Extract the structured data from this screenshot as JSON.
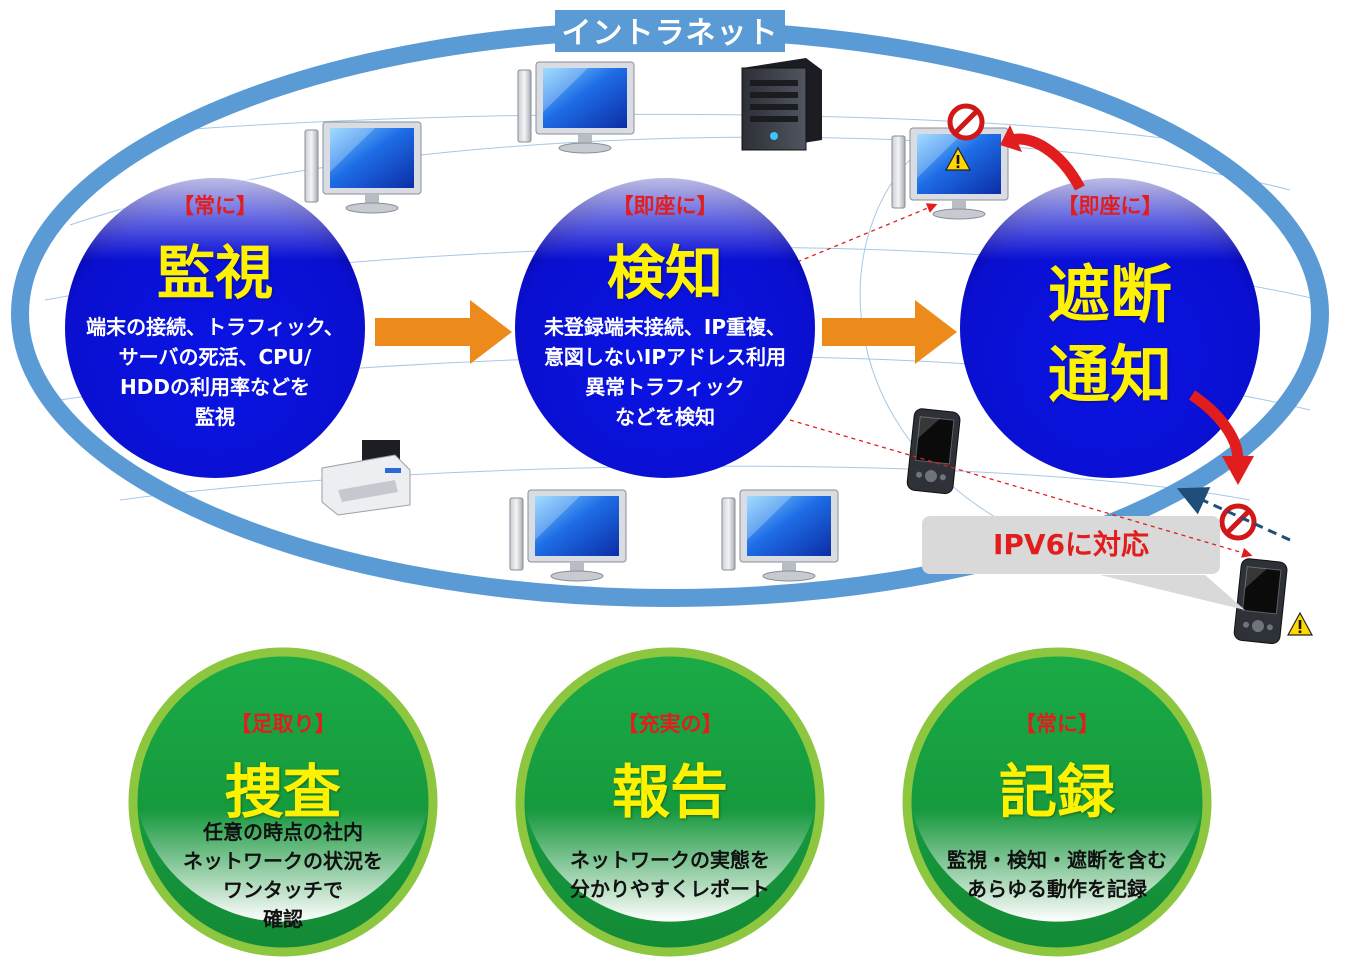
{
  "diagram": {
    "title": "イントラネット",
    "circles": [
      {
        "tag": "【常に】",
        "heading": "監視",
        "lines": [
          "端末の接続、トラフィック、",
          "サーバの死活、CPU/",
          "HDDの利用率などを",
          "監視"
        ]
      },
      {
        "tag": "【即座に】",
        "heading": "検知",
        "lines": [
          "未登録端末接続、IP重複、",
          "意図しないIPアドレス利用",
          "異常トラフィック",
          "などを検知"
        ]
      },
      {
        "tag": "【即座に】",
        "heading_lines": [
          "遮断",
          "通知"
        ]
      }
    ],
    "callout": "IPV6に対応",
    "features": [
      {
        "tag": "【足取り】",
        "heading": "捜査",
        "lines": [
          "任意の時点の社内",
          "ネットワークの状況を",
          "ワンタッチで",
          "確認"
        ]
      },
      {
        "tag": "【充実の】",
        "heading": "報告",
        "lines": [
          "ネットワークの実態を",
          "分かりやすくレポート"
        ]
      },
      {
        "tag": "【常に】",
        "heading": "記録",
        "lines": [
          "監視・検知・遮断を含む",
          "あらゆる動作を記録"
        ]
      }
    ],
    "colors": {
      "ring": "#5b9bd5",
      "blue_circle": "#0a14e6",
      "green_circle": "#1aab46",
      "green_border": "#8dc63f",
      "arrow_orange": "#ed8a1c",
      "arrow_red": "#e11d1d",
      "heading_yellow": "#fff200",
      "tag_red": "#e11d1d"
    }
  }
}
